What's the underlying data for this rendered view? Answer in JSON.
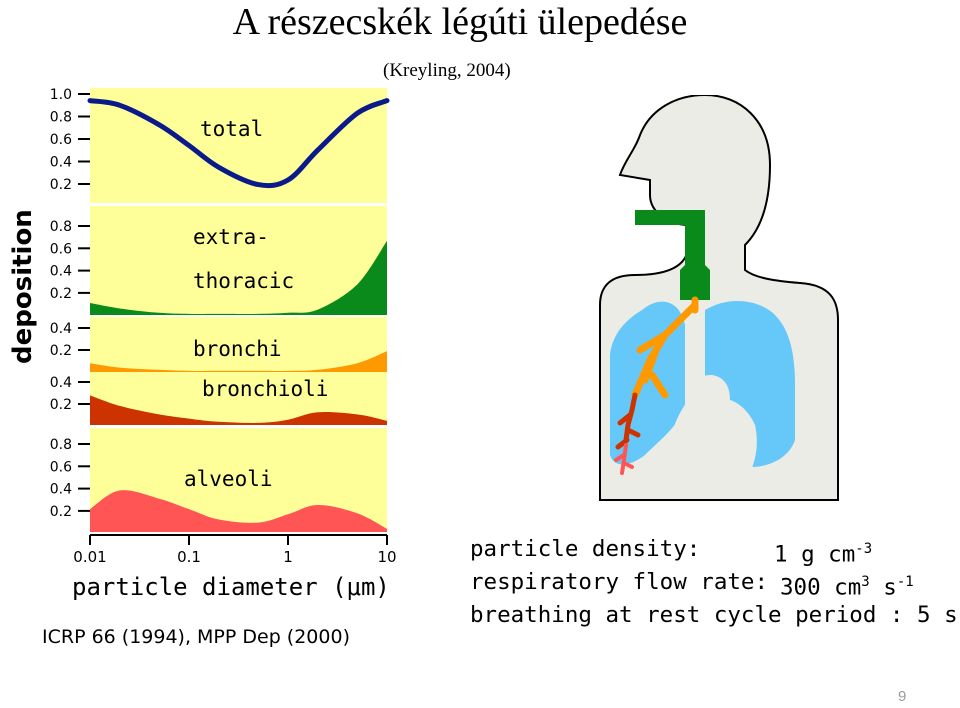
{
  "title": "A részecskék légúti ülepedése",
  "reference": "(Kreyling, 2004)",
  "source": "ICRP 66 (1994), MPP Dep (2000)",
  "params": {
    "density_label": "particle density:",
    "density_value": "1 g cm",
    "density_exp": "-3",
    "flow_label": "respiratory flow rate:",
    "flow_value": "300 cm",
    "flow_exp1": "3",
    "flow_unit2": "s",
    "flow_exp2": "-1",
    "cycle_text": "breathing at rest cycle period : 5 s"
  },
  "page_number": "9",
  "colors": {
    "panel_bg": "#ffff99",
    "total": "#0a1a8a",
    "extrathoracic": "#0a8a1a",
    "bronchi": "#ff9900",
    "bronchioli": "#cc3300",
    "alveoli": "#ff5555",
    "lung": "#66c8f8",
    "body": "#ecece6"
  },
  "chart_data": {
    "type": "area",
    "xlabel": "particle diameter (μm)",
    "ylabel": "deposition",
    "x_scale": "log",
    "xlim": [
      0.01,
      10
    ],
    "x_ticks": [
      "0.01",
      "0.1",
      "1",
      "10"
    ],
    "grid": false,
    "x": [
      0.01,
      0.02,
      0.05,
      0.1,
      0.2,
      0.5,
      1,
      2,
      5,
      10
    ],
    "panels": [
      {
        "name": "total",
        "label_lines": [
          "total"
        ],
        "ylim": [
          0,
          1.0
        ],
        "y_ticks": [
          "1.0",
          "0.8",
          "0.6",
          "0.4",
          "0.2"
        ],
        "style": "line",
        "values": [
          0.89,
          0.85,
          0.68,
          0.5,
          0.31,
          0.16,
          0.2,
          0.46,
          0.78,
          0.89
        ]
      },
      {
        "name": "extrathoracic",
        "label_lines": [
          "extra-",
          "thoracic"
        ],
        "ylim": [
          0,
          1.0
        ],
        "y_ticks": [
          "0.8",
          "0.6",
          "0.4",
          "0.2"
        ],
        "style": "area",
        "values": [
          0.11,
          0.06,
          0.02,
          0.01,
          0.01,
          0.01,
          0.02,
          0.05,
          0.28,
          0.68
        ]
      },
      {
        "name": "bronchi",
        "label_lines": [
          "bronchi"
        ],
        "ylim": [
          0,
          0.5
        ],
        "y_ticks": [
          "0.4",
          "0.2"
        ],
        "style": "area",
        "values": [
          0.08,
          0.04,
          0.02,
          0.01,
          0.01,
          0.01,
          0.01,
          0.02,
          0.08,
          0.19
        ]
      },
      {
        "name": "bronchioli",
        "label_lines": [
          "bronchioli"
        ],
        "ylim": [
          0,
          0.5
        ],
        "y_ticks": [
          "0.4",
          "0.2"
        ],
        "style": "area",
        "values": [
          0.28,
          0.18,
          0.1,
          0.06,
          0.03,
          0.02,
          0.05,
          0.12,
          0.1,
          0.04
        ]
      },
      {
        "name": "alveoli",
        "label_lines": [
          "alveoli"
        ],
        "ylim": [
          0,
          1.0
        ],
        "y_ticks": [
          "0.8",
          "0.6",
          "0.4",
          "0.2"
        ],
        "style": "area",
        "values": [
          0.22,
          0.4,
          0.32,
          0.22,
          0.12,
          0.09,
          0.17,
          0.26,
          0.18,
          0.03
        ]
      }
    ]
  }
}
